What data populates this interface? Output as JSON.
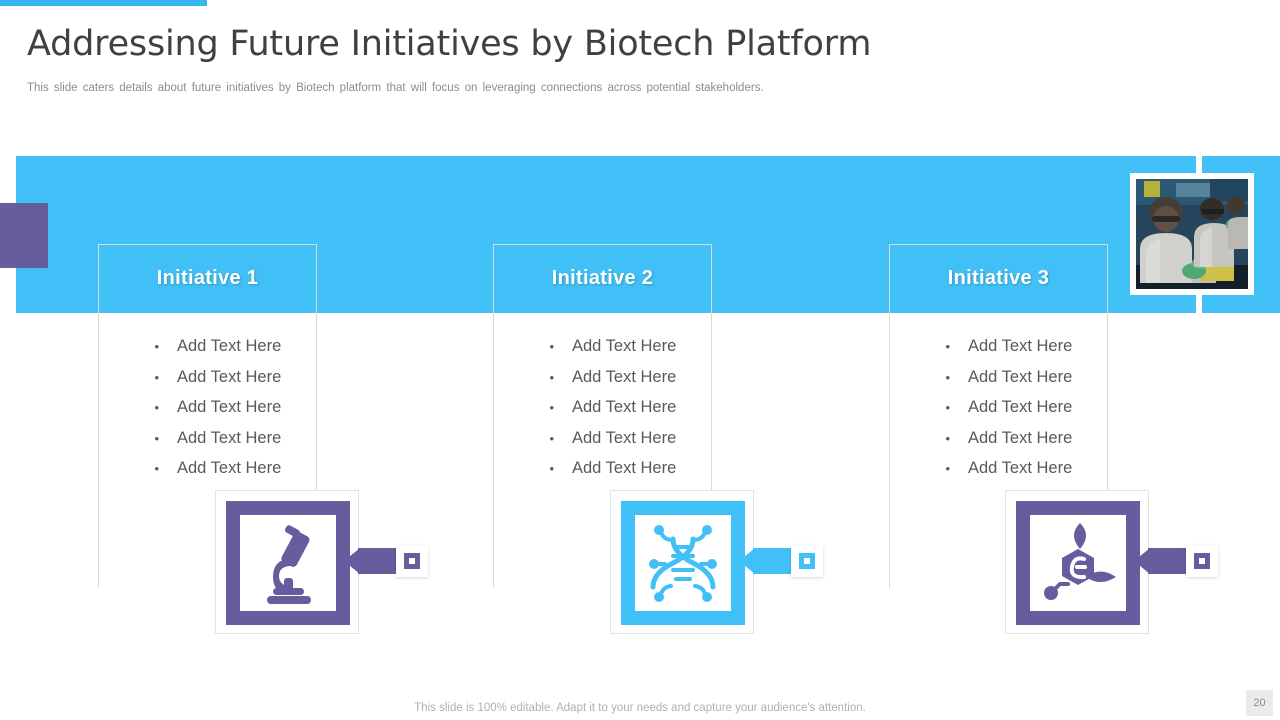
{
  "header": {
    "title": "Addressing Future Initiatives by Biotech Platform",
    "subtitle": "This slide caters details about future  initiatives  by Biotech platform that will focus on leveraging  connections across potential stakeholders."
  },
  "theme": {
    "accent_blue": "#41c0f7",
    "accent_purple": "#665d9e",
    "text_gray": "#595959",
    "muted_gray": "#8c8c8c"
  },
  "photo": {
    "alt": "scientists-in-lab-coats-working-at-laboratory-bench"
  },
  "columns": [
    {
      "title": "Initiative 1",
      "bullet": "•",
      "items": [
        "Add Text Here",
        "Add Text Here",
        "Add Text Here",
        "Add Text Here",
        "Add Text Here"
      ],
      "icon": "microscope-icon",
      "color": "#665d9e"
    },
    {
      "title": "Initiative 2",
      "bullet": "•",
      "items": [
        "Add Text Here",
        "Add Text Here",
        "Add Text Here",
        "Add Text Here",
        "Add Text Here"
      ],
      "icon": "dna-circuit-icon",
      "color": "#41c0f7"
    },
    {
      "title": "Initiative 3",
      "bullet": "•",
      "items": [
        "Add Text Here",
        "Add Text Here",
        "Add Text Here",
        "Add Text Here",
        "Add Text Here"
      ],
      "icon": "molecule-leaf-icon",
      "color": "#665d9e"
    }
  ],
  "footer": {
    "note": "This slide is 100% editable. Adapt it to your needs and capture your audience's attention.",
    "slide_number": "20"
  }
}
